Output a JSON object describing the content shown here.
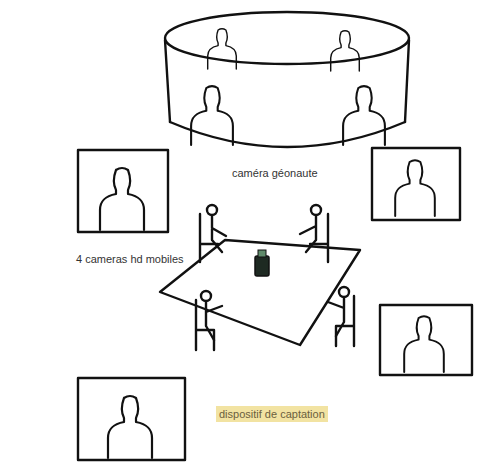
{
  "diagram": {
    "labels": [
      "caméra géonaute",
      "4 cameras hd mobiles",
      "dispositif de captation"
    ]
  }
}
